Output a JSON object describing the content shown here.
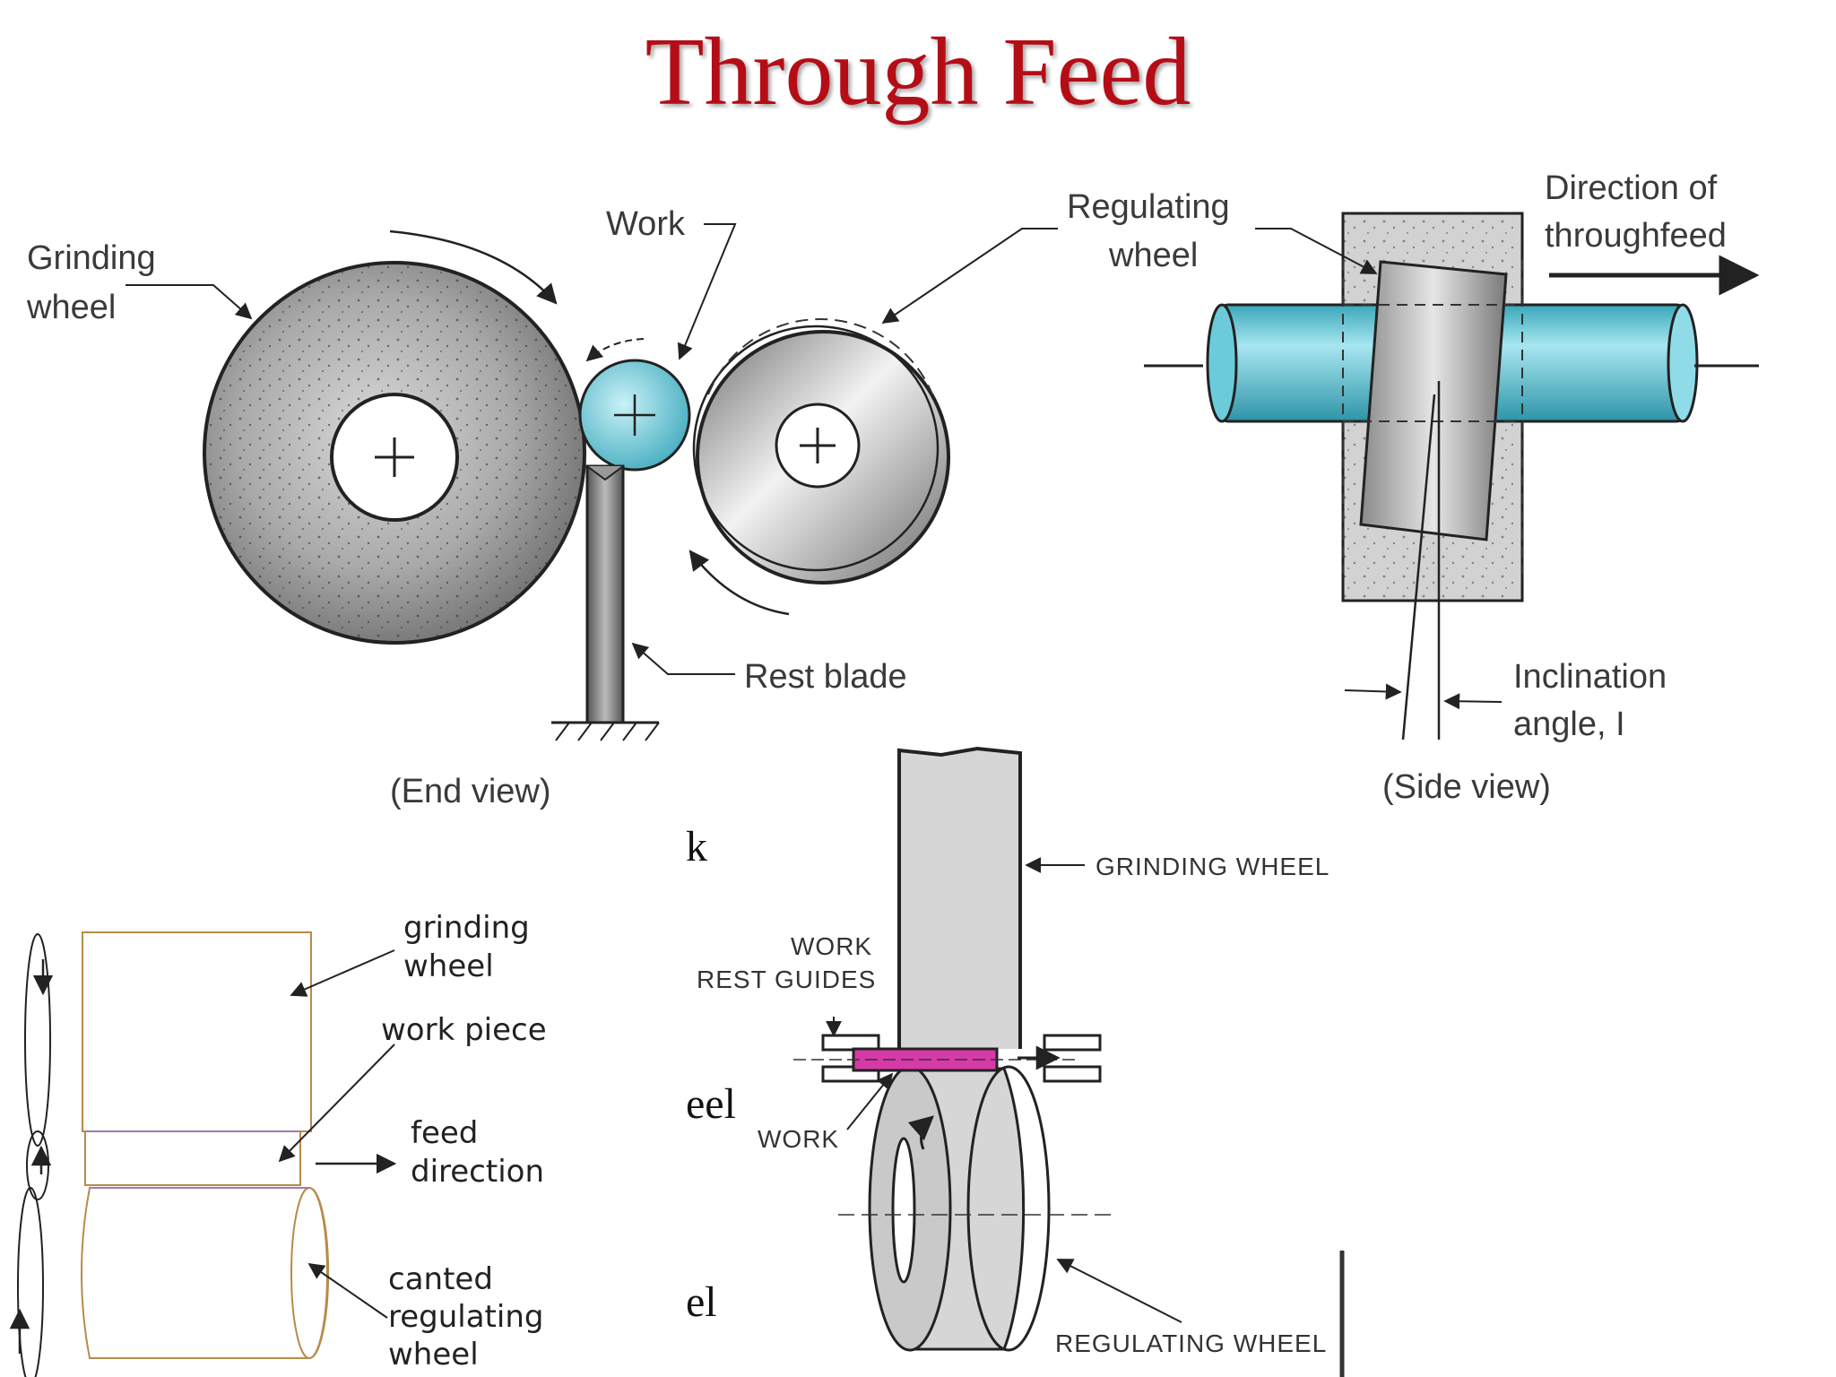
{
  "title": "Through Feed",
  "end_view": {
    "grinding_wheel": [
      "Grinding",
      "wheel"
    ],
    "work": "Work",
    "rest_blade": "Rest blade",
    "caption": "(End view)"
  },
  "side_view": {
    "regulating_wheel": [
      "Regulating",
      "wheel"
    ],
    "direction": [
      "Direction of",
      "throughfeed"
    ],
    "inclination": [
      "Inclination",
      "angle, I"
    ],
    "caption": "(Side view)"
  },
  "sketch": {
    "grinding_wheel": [
      "grinding",
      "wheel"
    ],
    "work_piece": "work piece",
    "feed_direction": [
      "feed",
      "direction"
    ],
    "regulating": [
      "canted",
      "regulating",
      "wheel"
    ]
  },
  "schematic": {
    "grinding_wheel": "GRINDING WHEEL",
    "rest_guides": [
      "WORK",
      "REST GUIDES"
    ],
    "work": "WORK",
    "regulating_wheel": "REGULATING WHEEL"
  },
  "fragments": [
    "k",
    "eel",
    "el"
  ],
  "colors": {
    "title": "#b50d16",
    "workpiece": "#5bc3d4",
    "work_highlight": "#d63aa8",
    "sketch_outline": "#b88a4a"
  }
}
